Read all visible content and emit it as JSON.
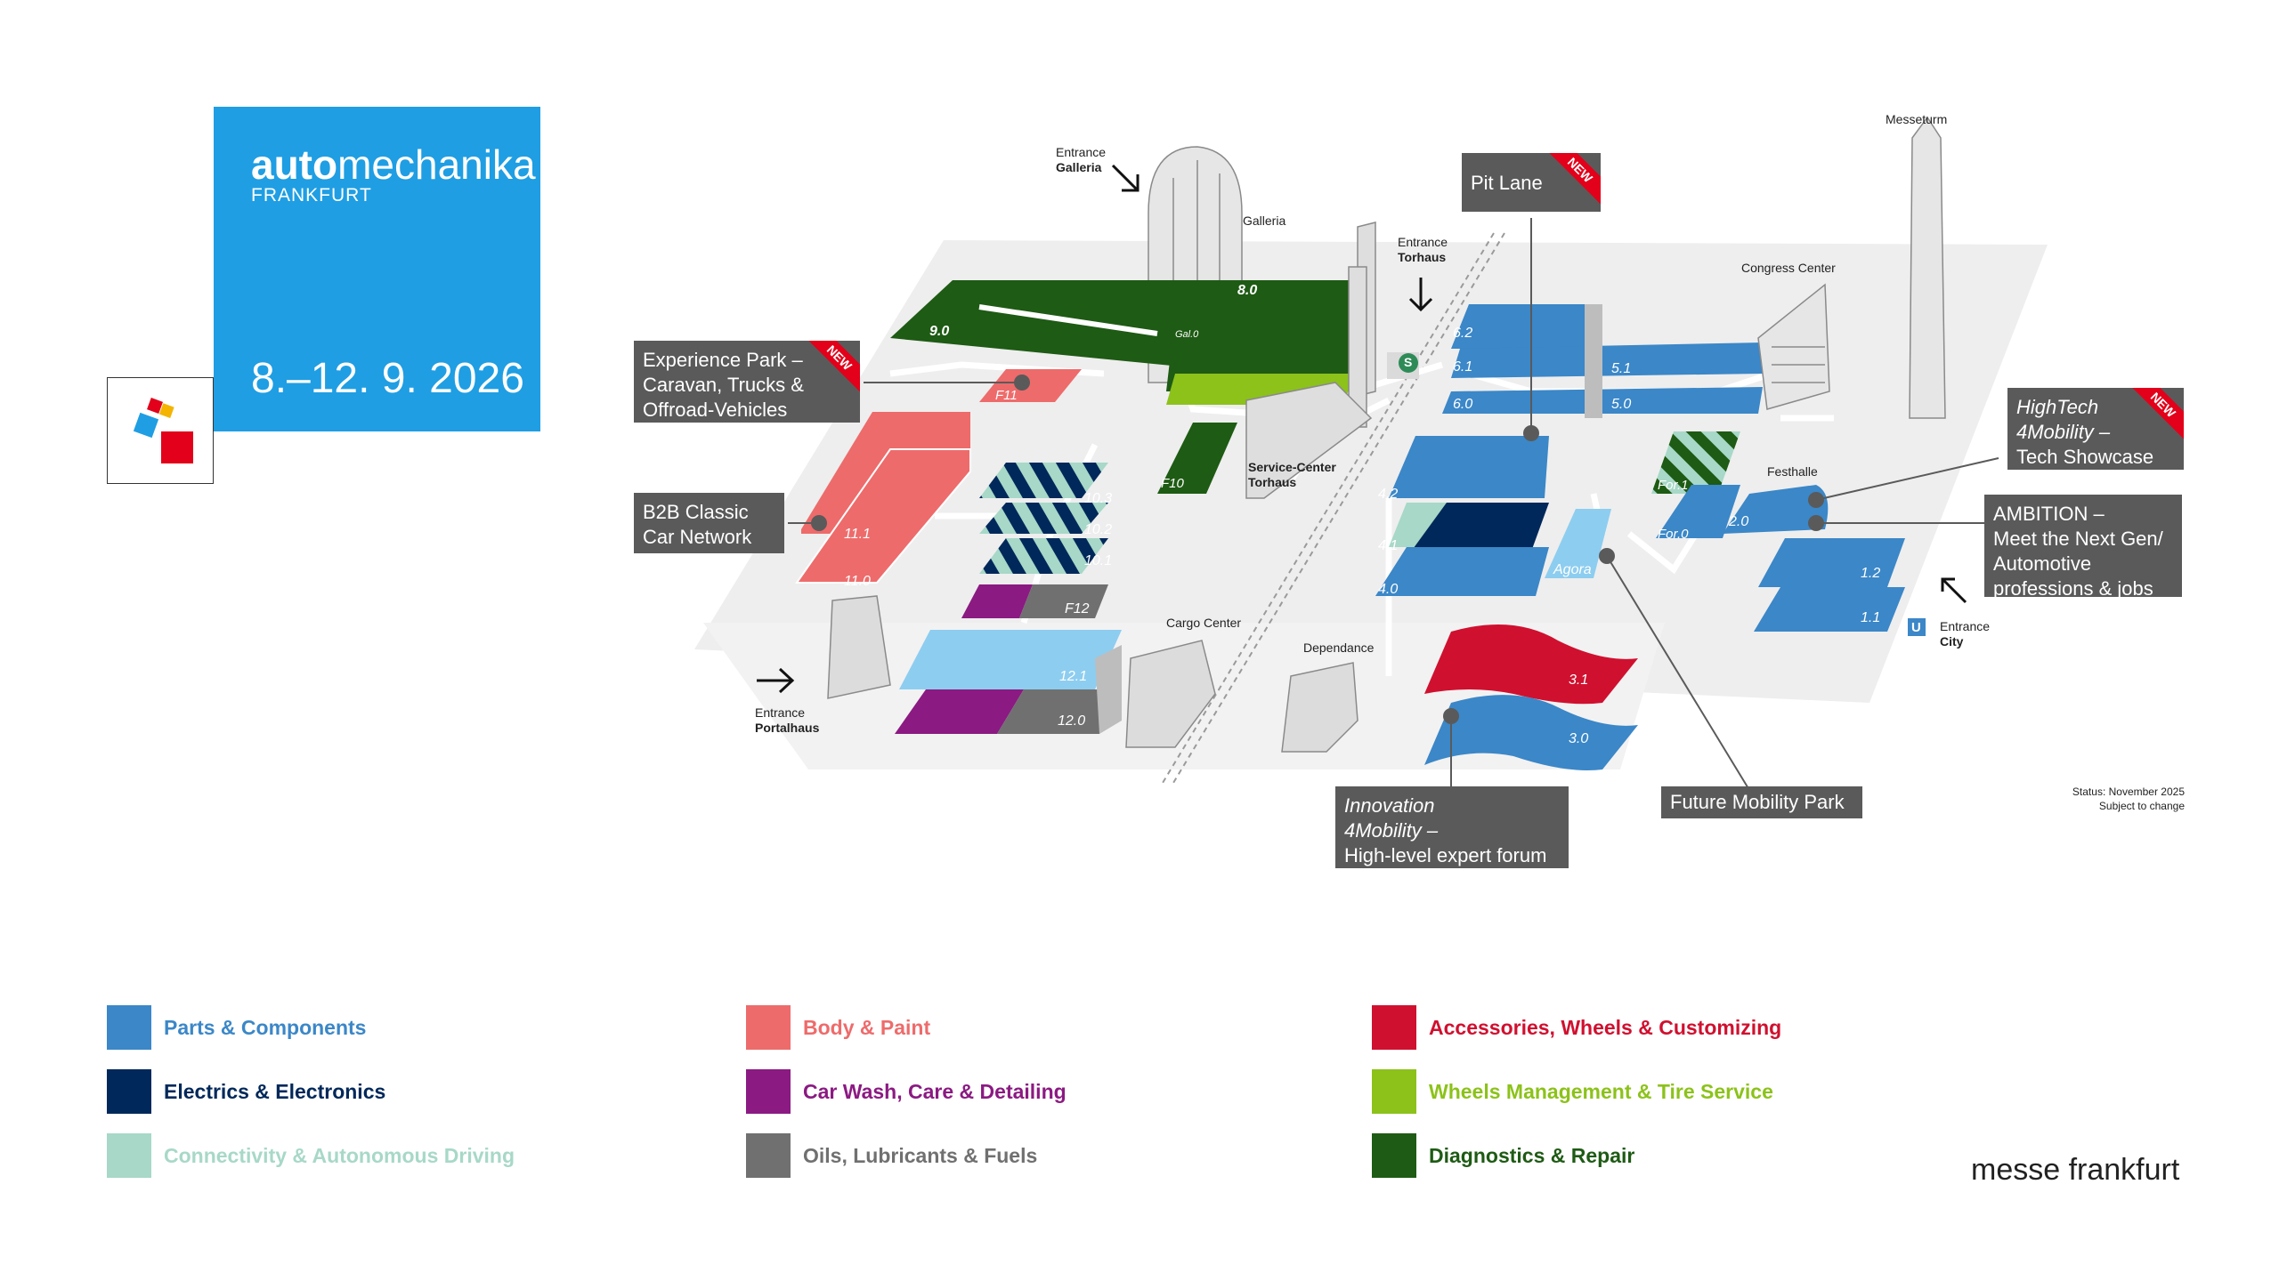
{
  "brand": {
    "name_bold": "auto",
    "name_regular": "mechanika",
    "city": "FRANKFURT",
    "dates": "8.–12. 9. 2026"
  },
  "footer_brand": "messe frankfurt",
  "status": {
    "line1": "Status: November 2025",
    "line2": "Subject to change"
  },
  "callouts": {
    "pit_lane": "Pit Lane",
    "experience_park": [
      "Experience Park –",
      "Caravan, Trucks &",
      "Offroad-Vehicles"
    ],
    "b2b_classic": [
      "B2B Classic",
      "Car Network"
    ],
    "hightech": [
      "HighTech",
      "4Mobility –",
      "Tech Showcase"
    ],
    "ambition": [
      "AMBITION –",
      "Meet the Next Gen/",
      "Automotive",
      "professions & jobs"
    ],
    "innovation": [
      "Innovation",
      "4Mobility –",
      "High-level expert forum"
    ],
    "future_mobility": "Future Mobility Park",
    "new_badge": "NEW"
  },
  "places": {
    "entrance_galleria": [
      "Entrance",
      "Galleria"
    ],
    "galleria": "Galleria",
    "entrance_torhaus": [
      "Entrance",
      "Torhaus"
    ],
    "messeturm": "Messeturm",
    "congress_center": "Congress Center",
    "festhalle": "Festhalle",
    "service_center": [
      "Service-Center",
      "Torhaus"
    ],
    "cargo_center": "Cargo Center",
    "dependance": "Dependance",
    "entrance_portalhaus": [
      "Entrance",
      "Portalhaus"
    ],
    "entrance_city": [
      "Entrance",
      "City"
    ],
    "sbahn": "S",
    "ubahn": "U"
  },
  "halls": {
    "h9_0": "9.0",
    "h8_0": "8.0",
    "gal_0": "Gal.0",
    "f11": "F11",
    "f10": "F10",
    "h11_1": "11.1",
    "h11_0": "11.0",
    "h10_3": "10.3",
    "h10_2": "10.2",
    "h10_1": "10.1",
    "f12": "F12",
    "h12_1": "12.1",
    "h12_0": "12.0",
    "h6_2": "6.2",
    "h6_1": "6.1",
    "h6_0": "6.0",
    "h5_1": "5.1",
    "h5_0": "5.0",
    "h4_2": "4.2",
    "h4_1": "4.1",
    "h4_0": "4.0",
    "agora": "Agora",
    "for_1": "For.1",
    "for_0": "For.0",
    "h2_0": "2.0",
    "h1_2": "1.2",
    "h1_1": "1.1",
    "h3_1": "3.1",
    "h3_0": "3.0"
  },
  "legend": [
    {
      "label": "Parts & Components",
      "color": "#3b87c8"
    },
    {
      "label": "Electrics & Electronics",
      "color": "#00285a"
    },
    {
      "label": "Connectivity & Autonomous Driving",
      "color": "#a7d8c8"
    },
    {
      "label": "Body & Paint",
      "color": "#ee6b6b"
    },
    {
      "label": "Car Wash, Care & Detailing",
      "color": "#8b1a82"
    },
    {
      "label": "Oils, Lubricants & Fuels",
      "color": "#707070"
    },
    {
      "label": "Accessories, Wheels & Customizing",
      "color": "#d0102f"
    },
    {
      "label": "Wheels Management & Tire Service",
      "color": "#8cc21a"
    },
    {
      "label": "Diagnostics & Repair",
      "color": "#1e5b14"
    }
  ],
  "colors": {
    "parts": "#3b87c8",
    "electrics": "#00285a",
    "connectivity": "#a7d8c8",
    "body": "#ee6b6b",
    "carwash": "#8b1a82",
    "oils": "#707070",
    "accessories": "#d0102f",
    "wheels": "#8cc21a",
    "diagnostics": "#1e5b14",
    "lightblue": "#8dcdf0",
    "callout_bg": "#5a5a5a",
    "brand_blue": "#1f9ee3"
  }
}
